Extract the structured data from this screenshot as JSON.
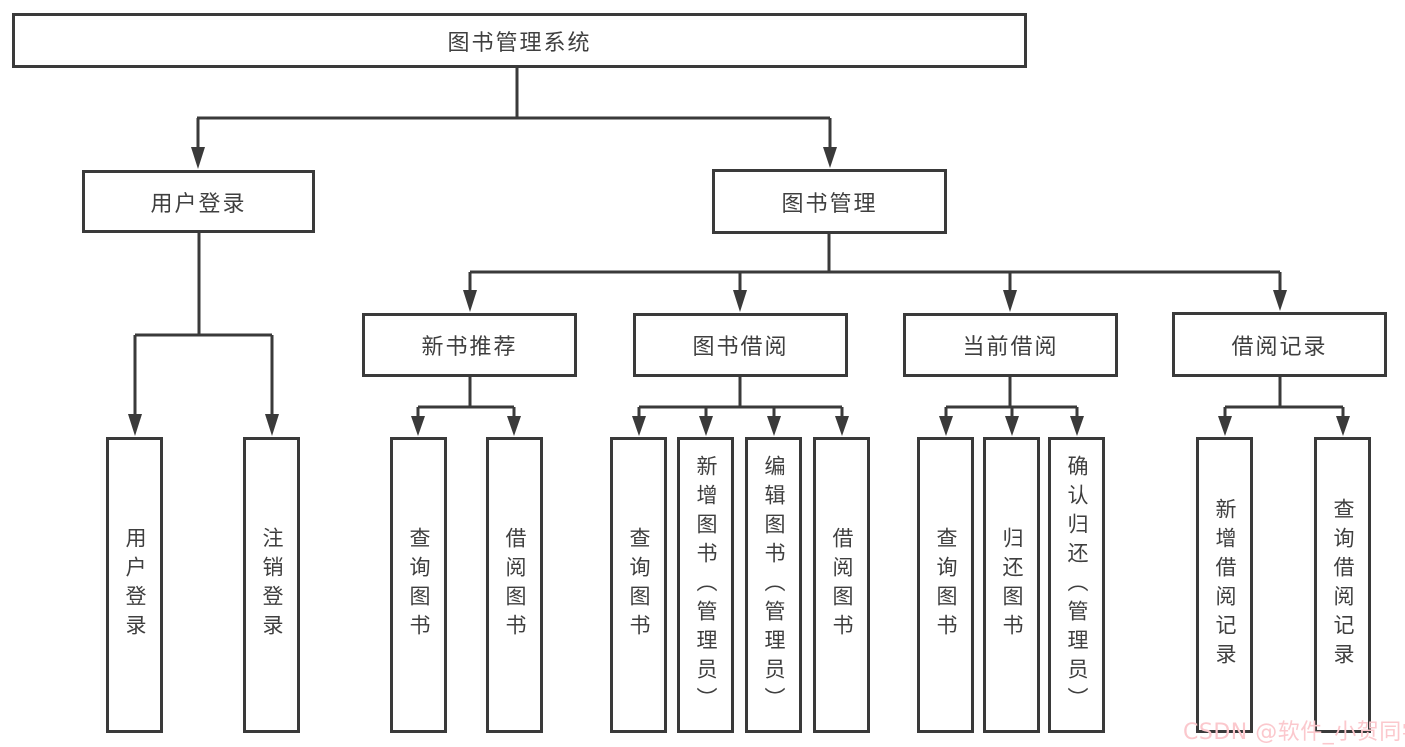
{
  "diagram": {
    "title": "图书管理系统",
    "root": "图书管理系统",
    "level2": [
      "用户登录",
      "图书管理"
    ],
    "level3": [
      "新书推荐",
      "图书借阅",
      "当前借阅",
      "借阅记录"
    ],
    "leaves": [
      "用户登录",
      "注销登录",
      "查询图书",
      "借阅图书",
      "查询图书",
      "新增图书（管理员）",
      "编辑图书（管理员）",
      "借阅图书",
      "查询图书",
      "归还图书",
      "确认归还（管理员）",
      "新增借阅记录",
      "查询借阅记录"
    ],
    "hierarchy": {
      "图书管理系统": [
        "用户登录",
        "图书管理"
      ],
      "用户登录": [
        "用户登录",
        "注销登录"
      ],
      "图书管理": [
        "新书推荐",
        "图书借阅",
        "当前借阅",
        "借阅记录"
      ],
      "新书推荐": [
        "查询图书",
        "借阅图书"
      ],
      "图书借阅": [
        "查询图书",
        "新增图书（管理员）",
        "编辑图书（管理员）",
        "借阅图书"
      ],
      "当前借阅": [
        "查询图书",
        "归还图书",
        "确认归还（管理员）"
      ],
      "借阅记录": [
        "新增借阅记录",
        "查询借阅记录"
      ]
    }
  },
  "watermark": {
    "text": "CSDN @软件_小贺同学",
    "color": "#fbc8cd"
  },
  "colors": {
    "line": "#3a3a3a",
    "text": "#3f3f3f",
    "background": "#ffffff"
  }
}
